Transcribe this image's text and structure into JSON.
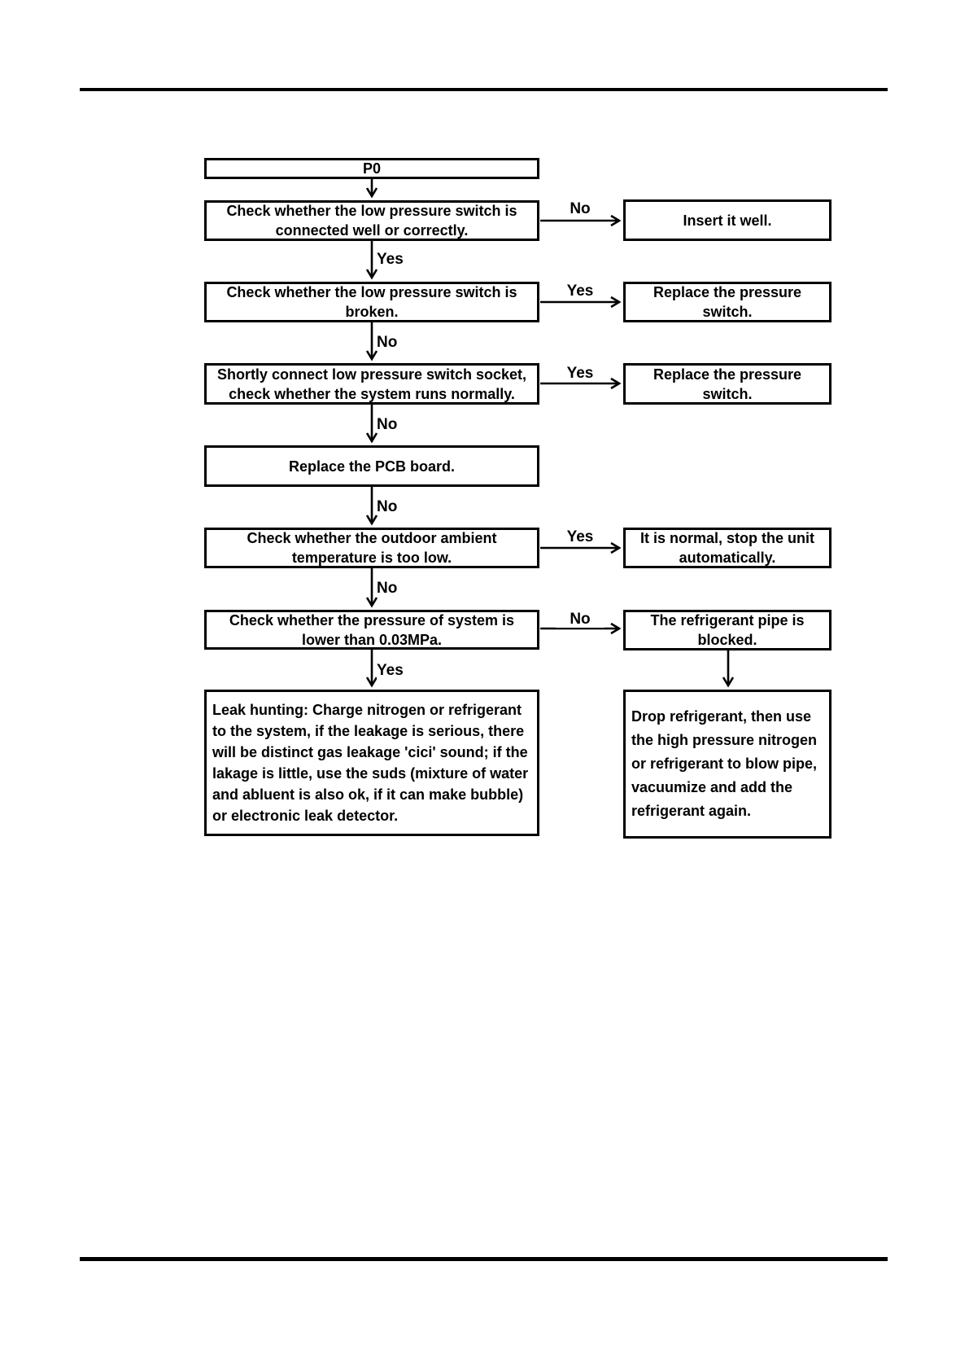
{
  "page": {
    "background": "#ffffff",
    "rule_color": "#000000",
    "text_color": "#000000"
  },
  "flowchart": {
    "nodes": {
      "p0": "P0",
      "check_connection": "Check whether the low pressure switch is\nconnected well or correctly.",
      "insert_well": "Insert it well.",
      "check_broken": "Check whether the low pressure switch is\nbroken.",
      "replace_switch_1": "Replace the pressure\nswitch.",
      "short_connect": "Shortly connect low pressure switch socket,\ncheck whether the system runs normally.",
      "replace_switch_2": "Replace the pressure\nswitch.",
      "replace_pcb": "Replace the PCB board.",
      "check_ambient": "Check whether the outdoor ambient\ntemperature is too low.",
      "normal_stop": "It is normal, stop the unit\nautomatically.",
      "check_pressure": "Check whether the pressure of system is\nlower than 0.03MPa.",
      "pipe_blocked": "The refrigerant pipe is\nblocked.",
      "leak_hunting": "Leak hunting: Charge nitrogen or refrigerant\nto the system, if the leakage is serious, there\nwill be distinct gas leakage 'cici' sound; if the\nlakage is little, use the suds (mixture of water\nand abluent is also ok, if it can make bubble)\nor electronic leak detector.",
      "drop_refrigerant": "Drop refrigerant, then use\nthe high pressure nitrogen\nor refrigerant to blow pipe,\nvacuumize and add the\nrefrigerant again."
    },
    "edge_labels": {
      "connection_no": "No",
      "connection_yes": "Yes",
      "broken_yes": "Yes",
      "broken_no": "No",
      "short_connect_yes": "Yes",
      "short_connect_no": "No",
      "pcb_no": "No",
      "ambient_yes": "Yes",
      "ambient_no": "No",
      "pressure_no": "No",
      "pressure_yes": "Yes"
    }
  }
}
